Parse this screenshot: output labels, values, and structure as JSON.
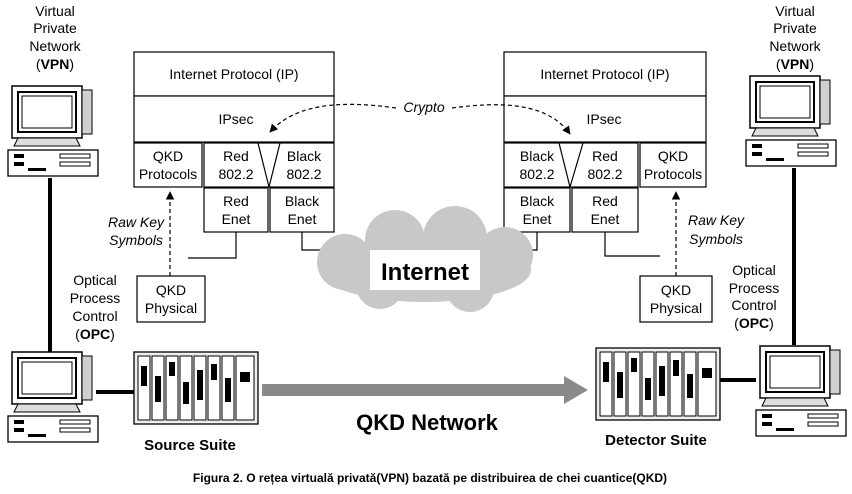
{
  "left": {
    "vpn_text": [
      "Virtual",
      "Private",
      "Network"
    ],
    "vpn_abbr": "VPN",
    "opc_text": [
      "Optical",
      "Process",
      "Control"
    ],
    "opc_abbr": "OPC",
    "raw_key": [
      "Raw Key",
      "Symbols"
    ],
    "qkd_physical": [
      "QKD",
      "Physical"
    ],
    "stack": {
      "ip": "Internet Protocol (IP)",
      "ipsec": "IPsec",
      "qkd_protocols": [
        "QKD",
        "Protocols"
      ],
      "red_8022": [
        "Red",
        "802.2"
      ],
      "black_8022": [
        "Black",
        "802.2"
      ],
      "red_enet": [
        "Red",
        "Enet"
      ],
      "black_enet": [
        "Black",
        "Enet"
      ]
    },
    "suite": "Source Suite"
  },
  "right": {
    "vpn_text": [
      "Virtual",
      "Private",
      "Network"
    ],
    "vpn_abbr": "VPN",
    "opc_text": [
      "Optical",
      "Process",
      "Control"
    ],
    "opc_abbr": "OPC",
    "raw_key": [
      "Raw Key",
      "Symbols"
    ],
    "qkd_physical": [
      "QKD",
      "Physical"
    ],
    "stack": {
      "ip": "Internet Protocol (IP)",
      "ipsec": "IPsec",
      "qkd_protocols": [
        "QKD",
        "Protocols"
      ],
      "red_8022": [
        "Red",
        "802.2"
      ],
      "black_8022": [
        "Black",
        "802.2"
      ],
      "red_enet": [
        "Red",
        "Enet"
      ],
      "black_enet": [
        "Black",
        "Enet"
      ]
    },
    "suite": "Detector Suite"
  },
  "crypto": "Crypto",
  "internet": "Internet",
  "qkd_network": "QKD Network",
  "caption": "Figura 2. O rețea virtuală privată(VPN) bazată pe distribuirea de chei cuantice(QKD)"
}
